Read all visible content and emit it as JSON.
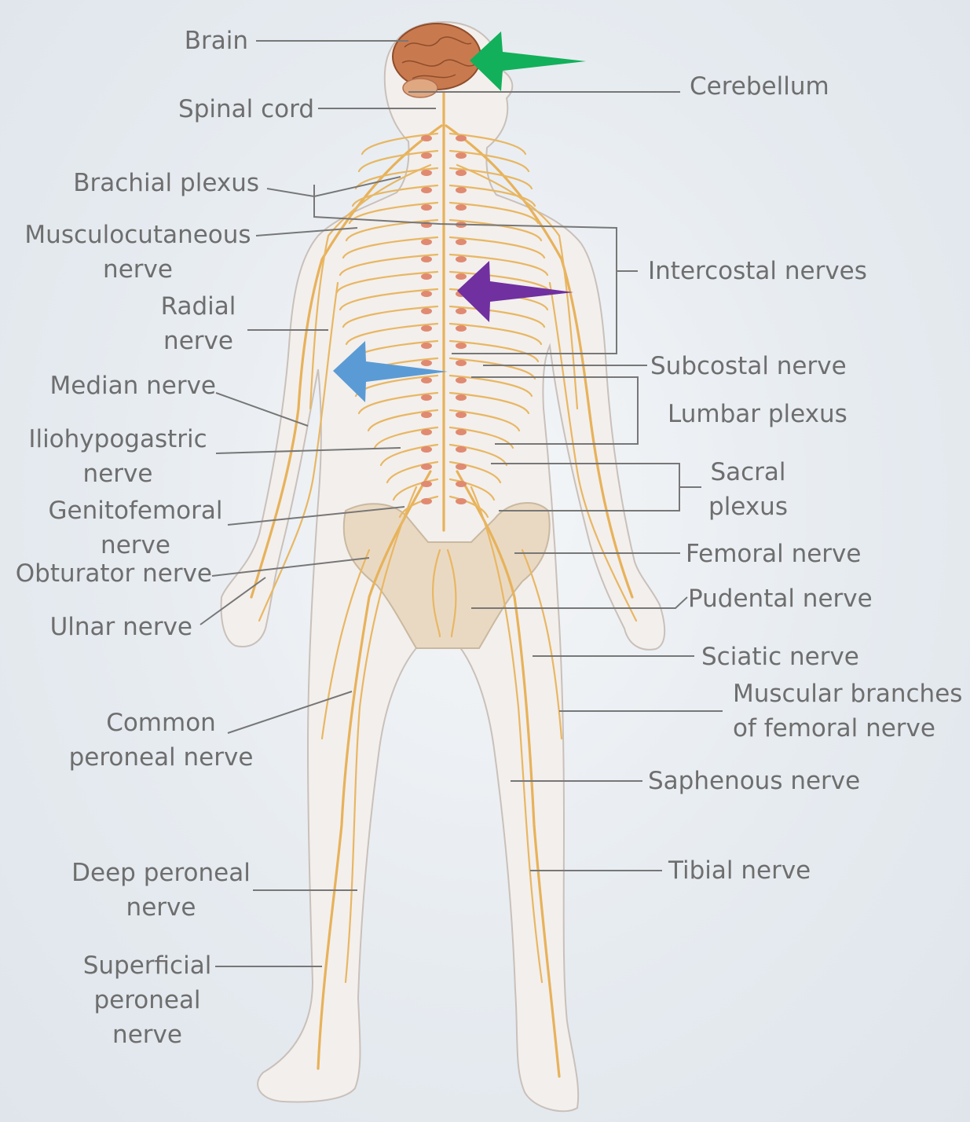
{
  "labels": {
    "brain": "Brain",
    "cerebellum": "Cerebellum",
    "spinal_cord": "Spinal cord",
    "brachial_plexus": "Brachial plexus",
    "musculocutaneous": "Musculocutaneous\nnerve",
    "intercostal": "Intercostal nerves",
    "radial": "Radial\nnerve",
    "subcostal": "Subcostal nerve",
    "median": "Median nerve",
    "lumbar_plexus": "Lumbar plexus",
    "iliohypogastric": "Iliohypogastric\nnerve",
    "sacral_plexus": "Sacral\nplexus",
    "genitofemoral": "Genitofemoral\nnerve",
    "femoral": "Femoral nerve",
    "obturator": "Obturator nerve",
    "pudental": "Pudental nerve",
    "ulnar": "Ulnar nerve",
    "sciatic": "Sciatic nerve",
    "muscular_branches": "Muscular branches\nof femoral nerve",
    "common_peroneal": "Common\nperoneal nerve",
    "saphenous": "Saphenous nerve",
    "tibial": "Tibial nerve",
    "deep_peroneal": "Deep peroneal\nnerve",
    "superficial_peroneal": "Superficial\nperoneal\nnerve"
  },
  "colors": {
    "label_text": "#6e6e6e",
    "body_fill": "#f3efec",
    "nerve": "#e7b25a",
    "brain": "#c87a4e",
    "pelvis": "#ead9c2",
    "arrow_green": "#12b05a",
    "arrow_purple": "#7030a0",
    "arrow_blue": "#5b9bd5"
  }
}
